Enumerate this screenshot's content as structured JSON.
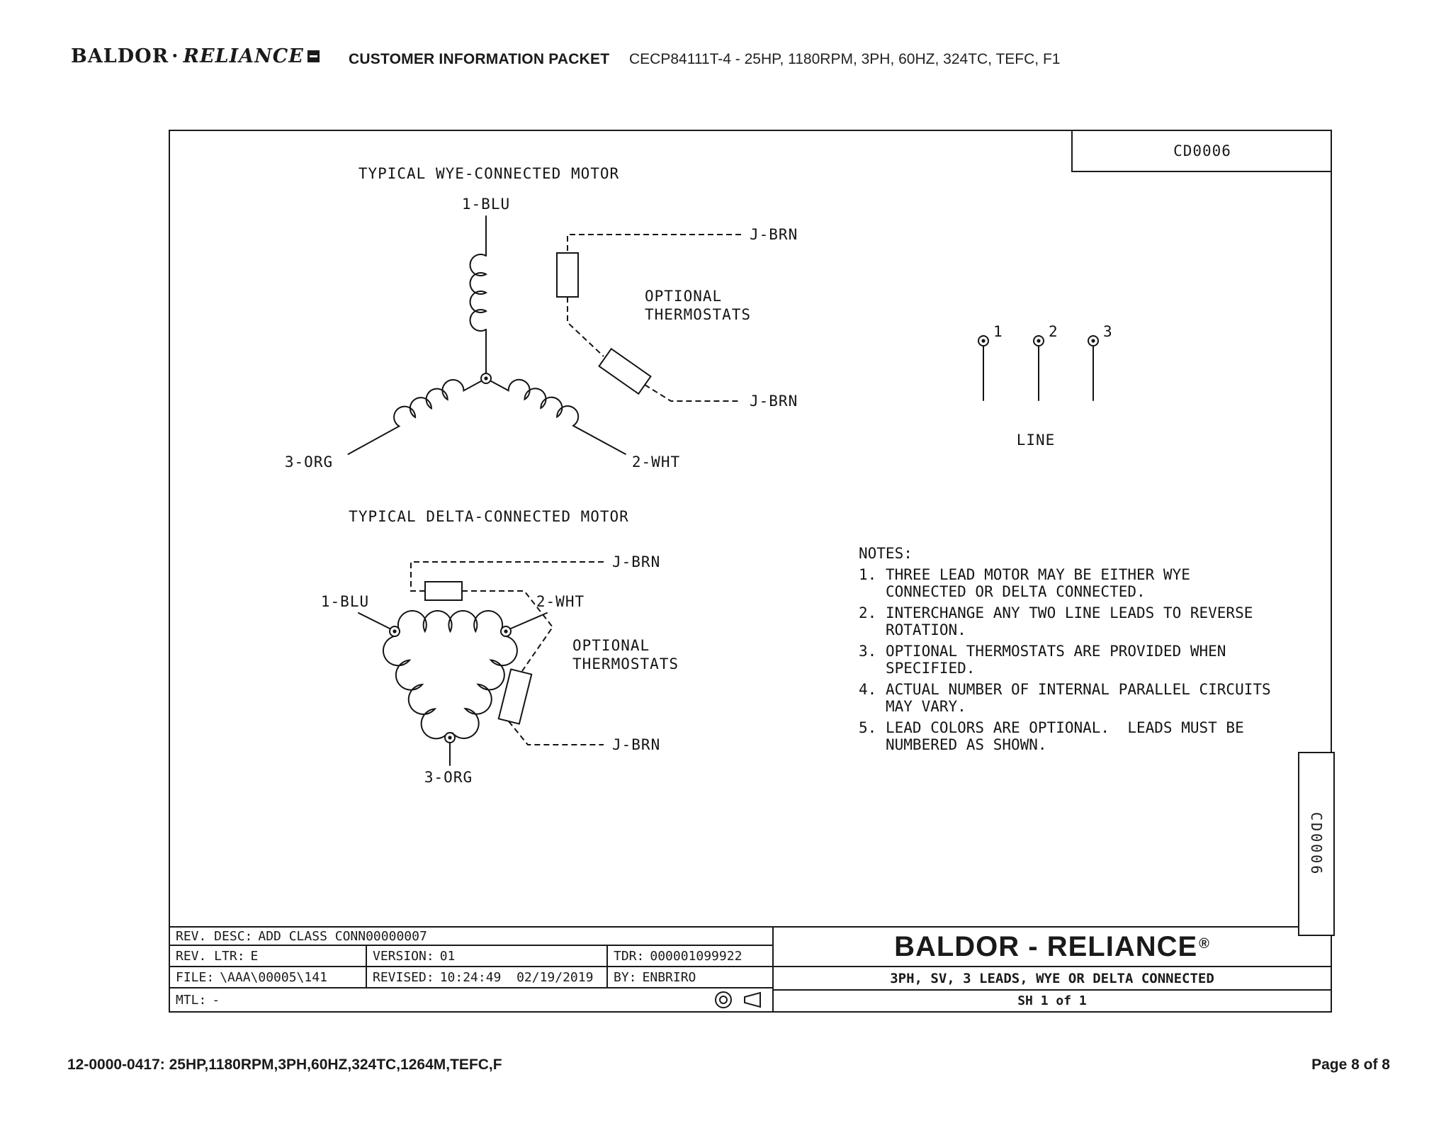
{
  "header": {
    "brand_left": "BALDOR",
    "brand_sep": "·",
    "brand_right": "RELIANCE",
    "doc_type": "CUSTOMER INFORMATION PACKET",
    "spec": "CECP84111T-4 - 25HP, 1180RPM, 3PH, 60HZ, 324TC, TEFC, F1"
  },
  "drawing": {
    "code": "CD0006",
    "edge_code": "CD0006",
    "wye": {
      "title": "TYPICAL WYE-CONNECTED MOTOR",
      "lead_1": "1-BLU",
      "lead_2": "2-WHT",
      "lead_3": "3-ORG",
      "thermostat_top": "J-BRN",
      "thermostat_bottom": "J-BRN",
      "thermostat_note_line1": "OPTIONAL",
      "thermostat_note_line2": "THERMOSTATS"
    },
    "line": {
      "label": "LINE",
      "lead_numbers": [
        "1",
        "2",
        "3"
      ]
    },
    "delta": {
      "title": "TYPICAL DELTA-CONNECTED MOTOR",
      "lead_1": "1-BLU",
      "lead_2": "2-WHT",
      "lead_3": "3-ORG",
      "thermostat_top": "J-BRN",
      "thermostat_bottom": "J-BRN",
      "thermostat_note_line1": "OPTIONAL",
      "thermostat_note_line2": "THERMOSTATS"
    },
    "notes": {
      "heading": "NOTES:",
      "items": [
        {
          "num": "1.",
          "text": "THREE LEAD MOTOR MAY BE EITHER WYE CONNECTED OR DELTA CONNECTED."
        },
        {
          "num": "2.",
          "text": "INTERCHANGE ANY TWO LINE LEADS TO REVERSE ROTATION."
        },
        {
          "num": "3.",
          "text": "OPTIONAL THERMOSTATS ARE PROVIDED WHEN SPECIFIED."
        },
        {
          "num": "4.",
          "text": "ACTUAL NUMBER OF INTERNAL PARALLEL CIRCUITS MAY VARY."
        },
        {
          "num": "5.",
          "text": "LEAD COLORS ARE OPTIONAL.  LEADS MUST BE NUMBERED AS SHOWN."
        }
      ]
    },
    "titleblock": {
      "rev_desc_label": "REV. DESC:",
      "rev_desc_value": "ADD CLASS CONN00000007",
      "rev_ltr_label": "REV. LTR:",
      "rev_ltr_value": "E",
      "version_label": "VERSION:",
      "version_value": "01",
      "tdr_label": "TDR:",
      "tdr_value": "000001099922",
      "file_label": "FILE:",
      "file_value": "\\AAA\\00005\\141",
      "revised_label": "REVISED:",
      "revised_value": "10:24:49  02/19/2019",
      "by_label": "BY:",
      "by_value": "ENBRIRO",
      "mtl_label": "MTL:",
      "mtl_value": "-",
      "company": "BALDOR - RELIANCE",
      "company_mark": "®",
      "description": "3PH, SV, 3 LEADS, WYE OR DELTA CONNECTED",
      "sheet": "SH 1 of 1"
    }
  },
  "footer": {
    "left": "12-0000-0417: 25HP,1180RPM,3PH,60HZ,324TC,1264M,TEFC,F",
    "right": "Page 8 of 8"
  }
}
